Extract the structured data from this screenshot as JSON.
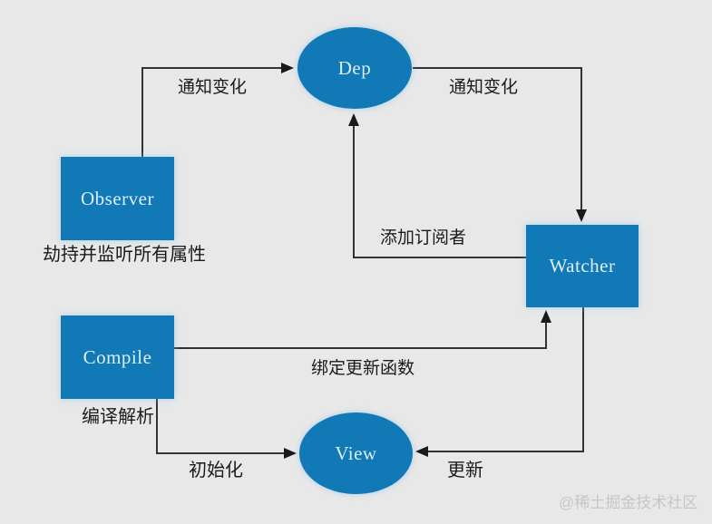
{
  "diagram": {
    "title_hint": "Vue MVVM reactivity flow diagram",
    "colors": {
      "background": "#e8e8e8",
      "node_fill": "#1179b5",
      "node_text": "#ddeffb",
      "edge_line": "#333333",
      "label_text": "#1b1b1b",
      "watermark_text": "#c6c6c6"
    },
    "nodes": {
      "dep": {
        "label": "Dep",
        "shape": "ellipse"
      },
      "observer": {
        "label": "Observer",
        "shape": "rect",
        "caption": "劫持并监听所有属性"
      },
      "watcher": {
        "label": "Watcher",
        "shape": "rect"
      },
      "compile": {
        "label": "Compile",
        "shape": "rect",
        "caption": "编译解析"
      },
      "view": {
        "label": "View",
        "shape": "ellipse"
      }
    },
    "edges": {
      "observer_to_dep": {
        "label": "通知变化",
        "from": "Observer",
        "to": "Dep"
      },
      "dep_to_watcher": {
        "label": "通知变化",
        "from": "Dep",
        "to": "Watcher"
      },
      "watcher_to_dep": {
        "label": "添加订阅者",
        "from": "Watcher",
        "to": "Dep"
      },
      "compile_to_watcher": {
        "label": "绑定更新函数",
        "from": "Compile",
        "to": "Watcher"
      },
      "compile_to_view": {
        "label": "初始化",
        "from": "Compile",
        "to": "View"
      },
      "watcher_to_view": {
        "label": "更新",
        "from": "Watcher",
        "to": "View"
      }
    },
    "watermark": "@稀土掘金技术社区"
  }
}
